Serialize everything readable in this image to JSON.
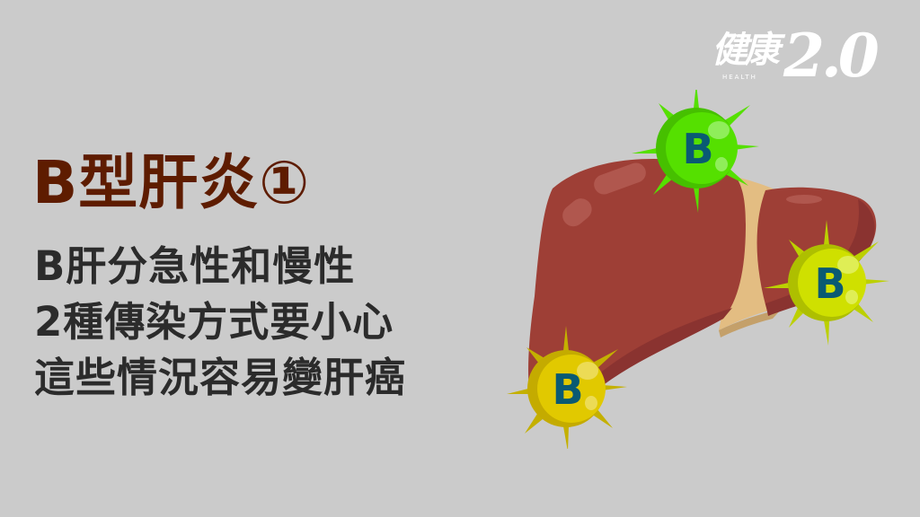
{
  "logo": {
    "brand_cjk": "健康",
    "brand_sub": "HEALTH",
    "brand_version": "2.0"
  },
  "headline": {
    "title": "B型肝炎①",
    "title_color": "#5e1c00",
    "lines": [
      "B肝分急性和慢性",
      "2種傳染方式要小心",
      "這些情況容易變肝癌"
    ],
    "text_color": "#2b2b2b"
  },
  "illustration": {
    "subject": "liver-with-hepatitis-b-viruses",
    "liver_color": "#9e3f36",
    "liver_shadow_color": "#8a3330",
    "ligament_color": "#e3bd82",
    "viruses": [
      {
        "label": "B",
        "color": "#55e000"
      },
      {
        "label": "B",
        "color": "#cfe000"
      },
      {
        "label": "B",
        "color": "#e1c900"
      }
    ],
    "virus_label_color": "#0a5a73"
  },
  "background_color": "#cbcbcb"
}
